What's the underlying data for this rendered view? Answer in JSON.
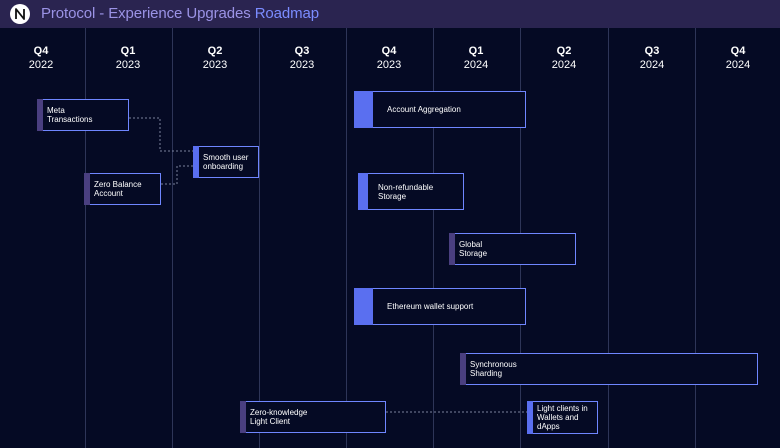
{
  "title_prefix": "Protocol - Experience Upgrades ",
  "title_highlight": "Roadmap",
  "logo_icon": "near-logo-icon",
  "quarters": [
    {
      "q": "Q4",
      "y": "2022"
    },
    {
      "q": "Q1",
      "y": "2023"
    },
    {
      "q": "Q2",
      "y": "2023"
    },
    {
      "q": "Q3",
      "y": "2023"
    },
    {
      "q": "Q4",
      "y": "2023"
    },
    {
      "q": "Q1",
      "y": "2024"
    },
    {
      "q": "Q2",
      "y": "2024"
    },
    {
      "q": "Q3",
      "y": "2024"
    },
    {
      "q": "Q4",
      "y": "2024"
    }
  ],
  "items": {
    "meta_transactions": "Meta\nTransactions",
    "zero_balance": "Zero Balance\nAccount",
    "smooth_onboarding": "Smooth user\nonboarding",
    "account_aggregation": "Account Aggregation",
    "nonrefundable_storage": "Non-refundable\nStorage",
    "global_storage": "Global\nStorage",
    "ethereum_wallet": "Ethereum wallet support",
    "synchronous_sharding": "Synchronous\nSharding",
    "zk_light_client": "Zero-knowledge\nLight Client",
    "light_clients": "Light clients  in\nWallets and\ndApps"
  },
  "colors": {
    "background": "#050a24",
    "titlebar": "#2a2450",
    "box_border": "#6f86ff",
    "accent_blue": "#5a6ff0",
    "accent_purple": "#4a3f80"
  }
}
